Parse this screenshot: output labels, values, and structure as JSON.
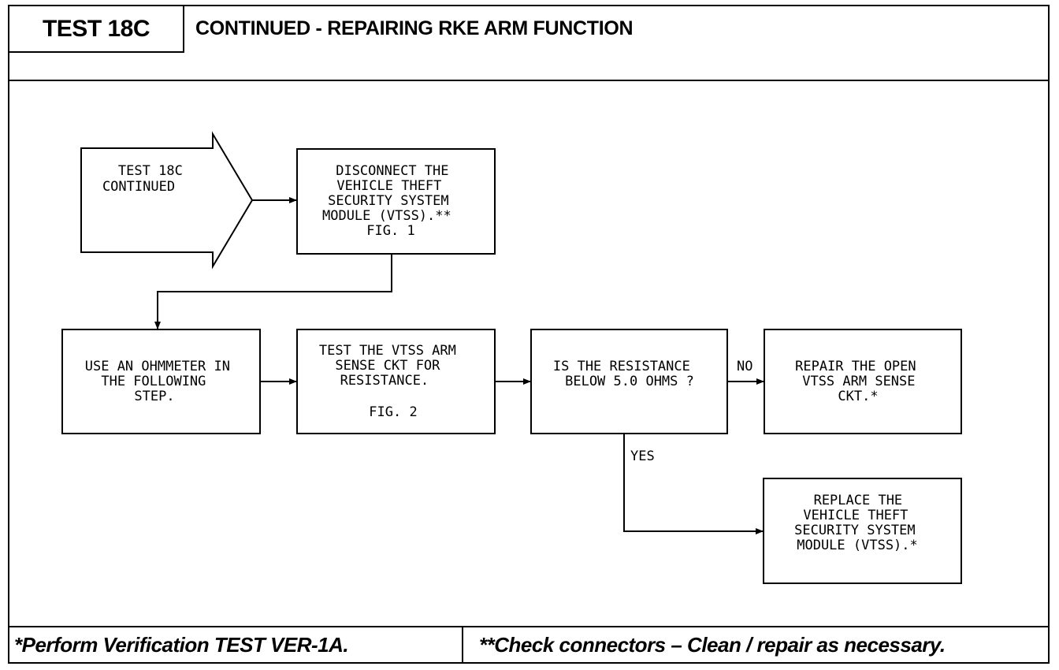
{
  "header": {
    "test_id": "TEST 18C",
    "title": "CONTINUED - REPAIRING RKE ARM FUNCTION"
  },
  "flowchart": {
    "start": {
      "lines": [
        "TEST 18C",
        "CONTINUED"
      ]
    },
    "disconnect": {
      "lines": [
        "DISCONNECT THE",
        "VEHICLE THEFT",
        "SECURITY SYSTEM",
        "MODULE (VTSS).**",
        "FIG. 1"
      ]
    },
    "ohmmeter": {
      "lines": [
        "USE AN OHMMETER IN",
        "THE FOLLOWING",
        "STEP."
      ]
    },
    "test_arm": {
      "lines": [
        "TEST THE VTSS ARM",
        "SENSE CKT FOR",
        "RESISTANCE.",
        "",
        "FIG. 2"
      ]
    },
    "decision": {
      "lines": [
        "IS THE RESISTANCE",
        "BELOW 5.0 OHMS ?"
      ]
    },
    "repair": {
      "lines": [
        "REPAIR THE OPEN",
        "VTSS ARM SENSE",
        "CKT.*"
      ]
    },
    "replace": {
      "lines": [
        "REPLACE THE",
        "VEHICLE THEFT",
        "SECURITY SYSTEM",
        "MODULE (VTSS).*"
      ]
    },
    "edge_labels": {
      "no": "NO",
      "yes": "YES"
    }
  },
  "footer": {
    "note_1": "*Perform Verification TEST VER-1A.",
    "note_2": "**Check connectors – Clean / repair as necessary."
  }
}
